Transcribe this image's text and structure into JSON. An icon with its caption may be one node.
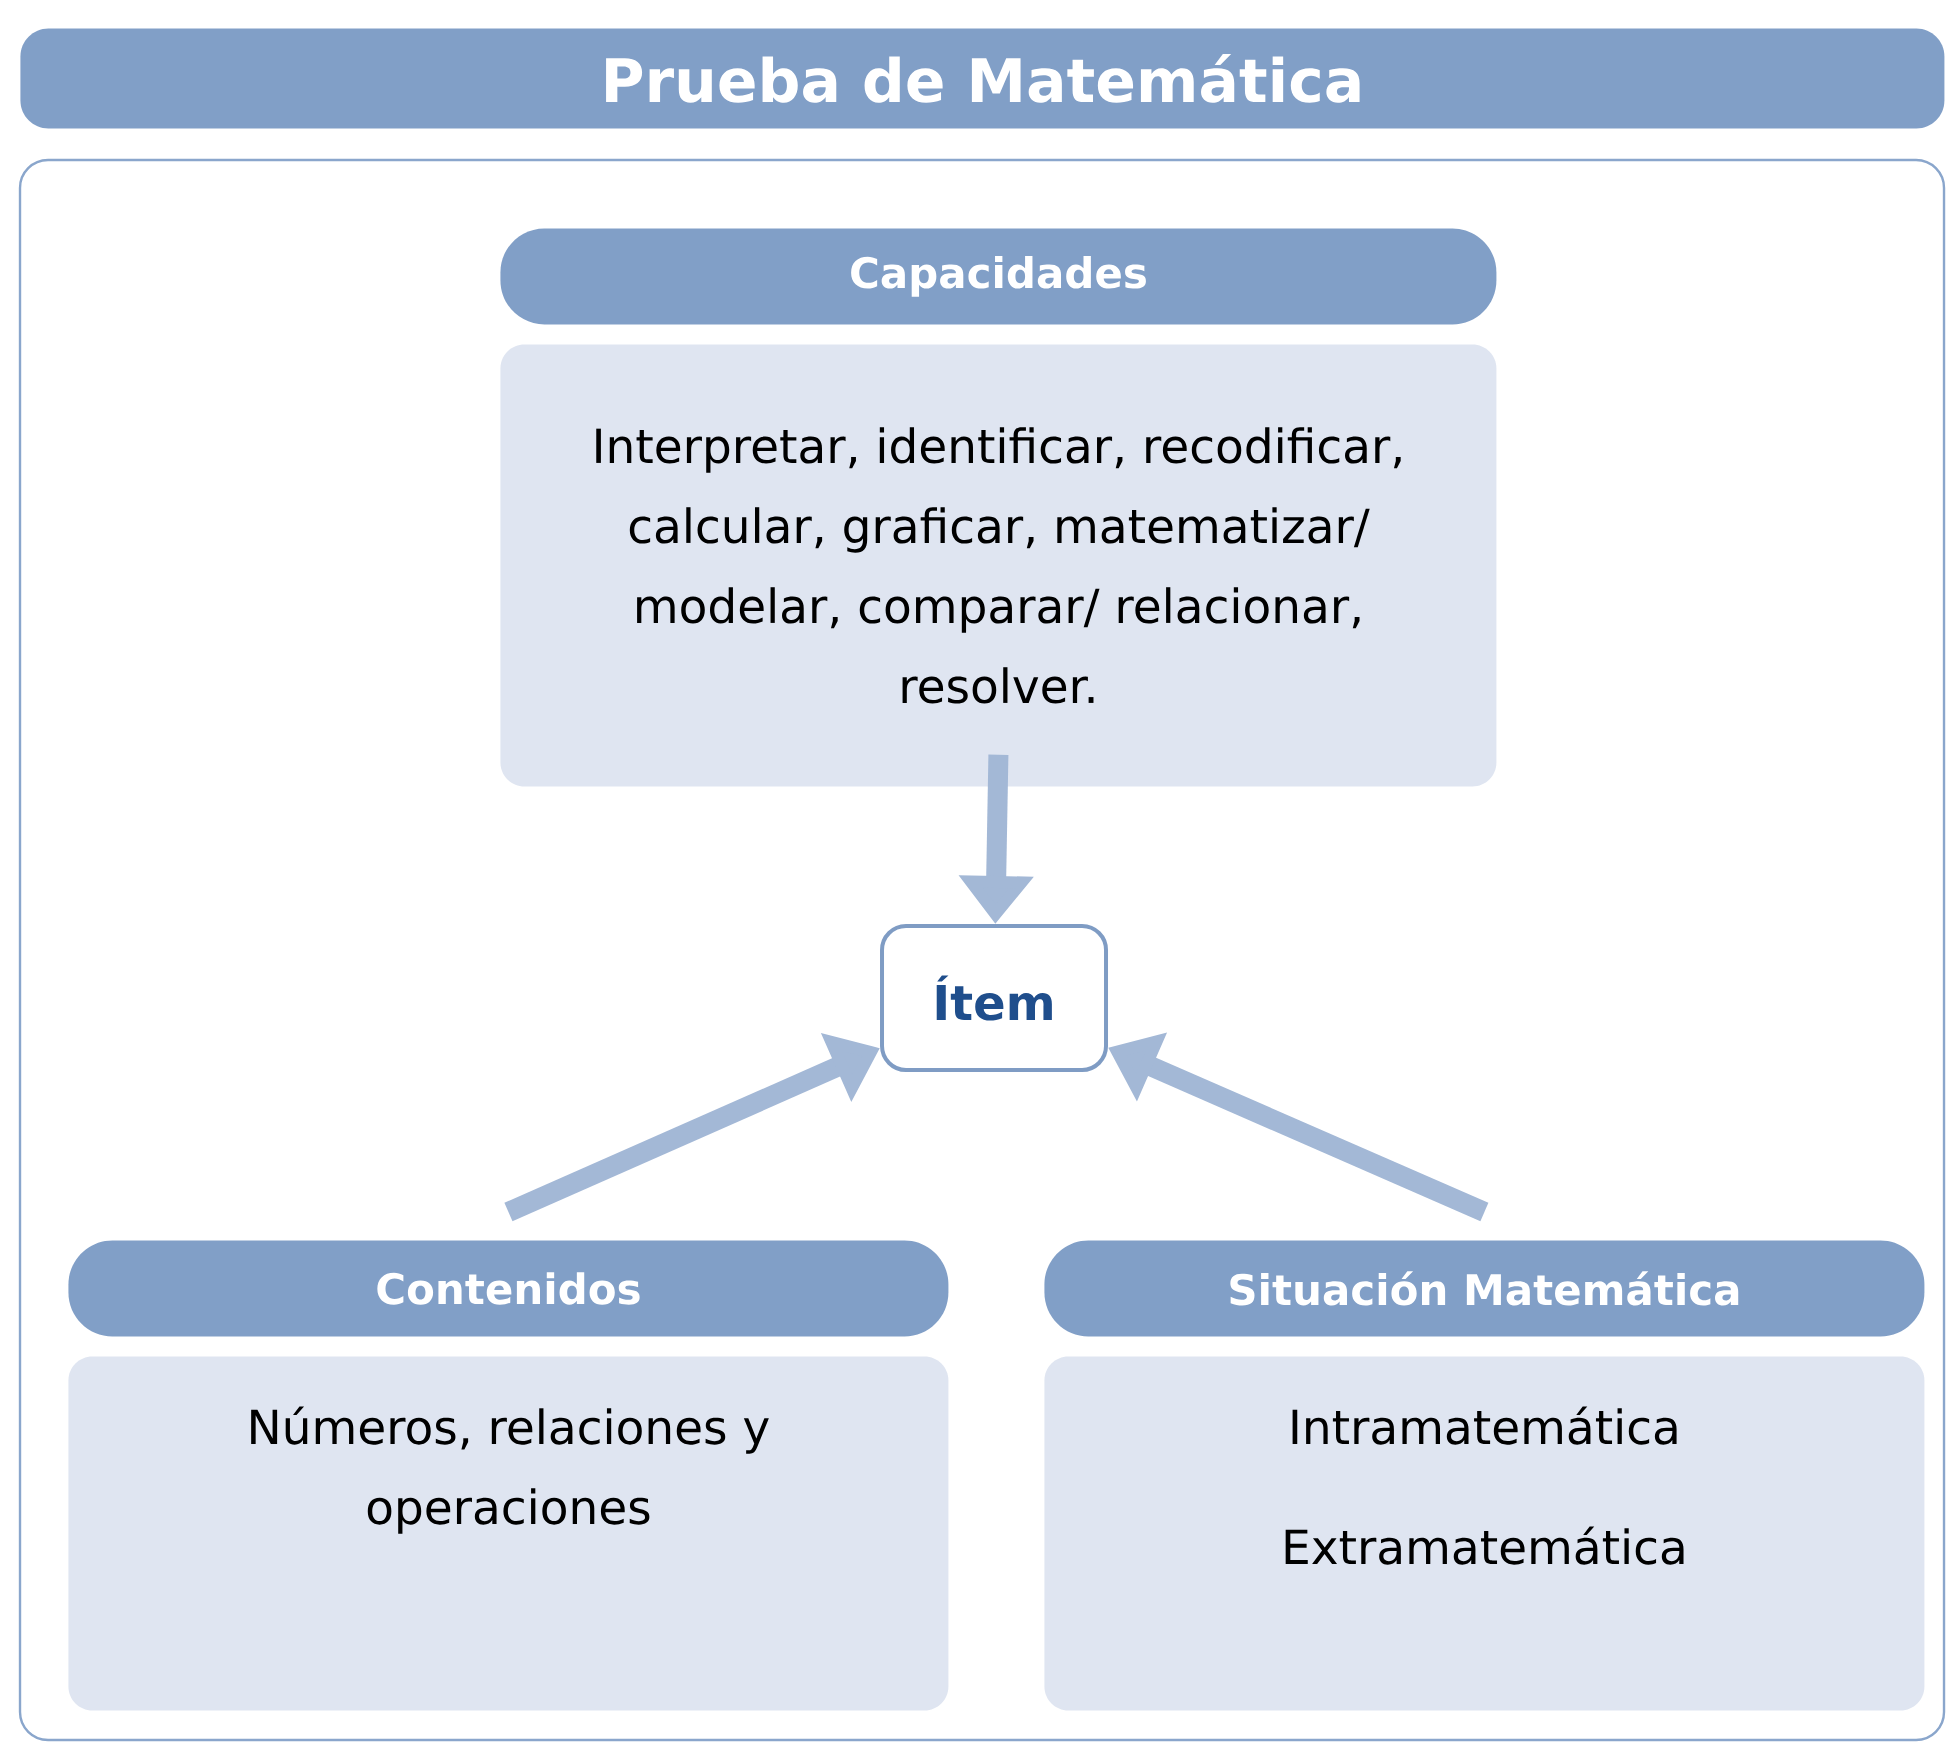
{
  "diagram": {
    "title": "Prueba de Matemática",
    "nodes": [
      {
        "text": [
          "Capacidades"
        ]
      },
      {
        "text": [
          "Interpretar, identificar, recodificar, calcular, graficar, matematizar/ modelar, comparar/ relacionar, resolver."
        ]
      },
      {
        "text": [
          "Ítem"
        ]
      },
      {
        "text": [
          "Contenidos"
        ]
      },
      {
        "text": [
          "Números, relaciones y operaciones"
        ]
      },
      {
        "text": [
          "Situación Matemática"
        ]
      },
      {
        "text": [
          "Intramatemática",
          "Extramatemática"
        ]
      }
    ],
    "edges": [
      {
        "from": 1,
        "to": 2,
        "arrow": "to"
      },
      {
        "from": 3,
        "to": 2,
        "arrow": "to"
      },
      {
        "from": 5,
        "to": 2,
        "arrow": "to"
      }
    ]
  }
}
